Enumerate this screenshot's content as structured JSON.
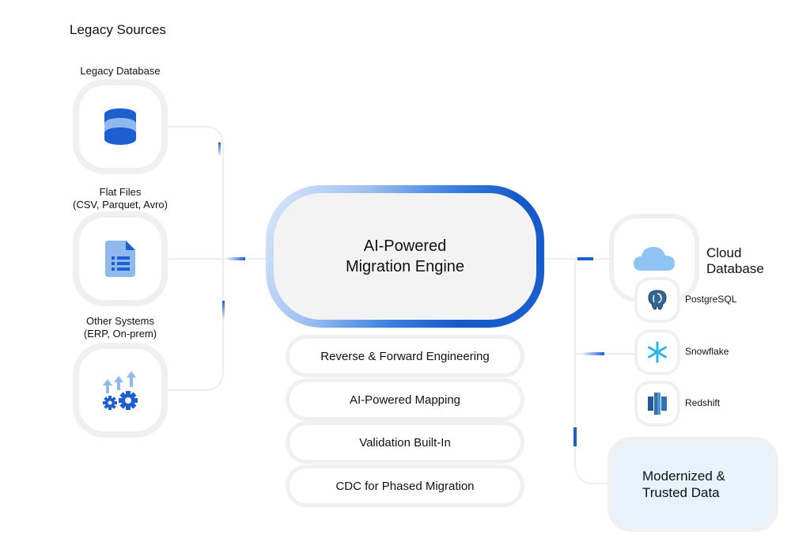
{
  "legacy": {
    "title": "Legacy Sources",
    "sources": [
      {
        "label_lines": [
          "Legacy Database"
        ],
        "icon": "database-icon"
      },
      {
        "label_lines": [
          "Flat Files",
          "(CSV, Parquet, Avro)"
        ],
        "icon": "document-icon"
      },
      {
        "label_lines": [
          "Other Systems",
          "(ERP, On-prem)"
        ],
        "icon": "gears-arrows-icon"
      }
    ]
  },
  "engine": {
    "title_lines": [
      "AI-Powered",
      "Migration Engine"
    ]
  },
  "features": [
    "Reverse & Forward Engineering",
    "AI-Powered Mapping",
    "Validation Built-In",
    "CDC for Phased Migration"
  ],
  "cloud": {
    "label_lines": [
      "Cloud",
      "Database"
    ],
    "icon": "cloud-icon",
    "databases": [
      {
        "label": "PostgreSQL",
        "icon": "postgresql-icon"
      },
      {
        "label": "Snowflake",
        "icon": "snowflake-icon"
      },
      {
        "label": "Redshift",
        "icon": "redshift-icon"
      }
    ]
  },
  "result": {
    "label_lines": [
      "Modernized &",
      "Trusted Data"
    ]
  },
  "colors": {
    "accent": "#1b5fd0",
    "light_accent": "#8fb9ef",
    "result_bg": "#e7f2fd",
    "box_border": "#f0f0f0"
  }
}
